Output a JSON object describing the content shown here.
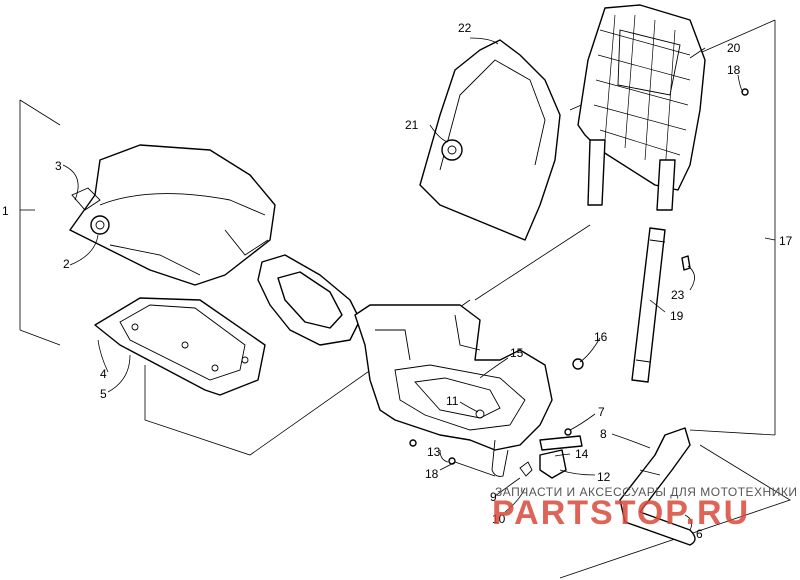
{
  "diagram": {
    "callouts": {
      "c1": "1",
      "c2": "2",
      "c3": "3",
      "c4": "4",
      "c5": "5",
      "c6": "6",
      "c7": "7",
      "c8": "8",
      "c9": "9",
      "c10": "10",
      "c11": "11",
      "c12": "12",
      "c13": "13",
      "c14": "14",
      "c15": "15",
      "c16": "16",
      "c17": "17",
      "c18a": "18",
      "c18b": "18",
      "c19": "19",
      "c20": "20",
      "c21": "21",
      "c22": "22",
      "c23": "23"
    }
  },
  "watermark": {
    "line1": "ЗАПЧАСТИ И АКСЕССУАРЫ ДЛЯ МОТОТЕХНИКИ",
    "line2": "PARTSTOP.RU"
  }
}
